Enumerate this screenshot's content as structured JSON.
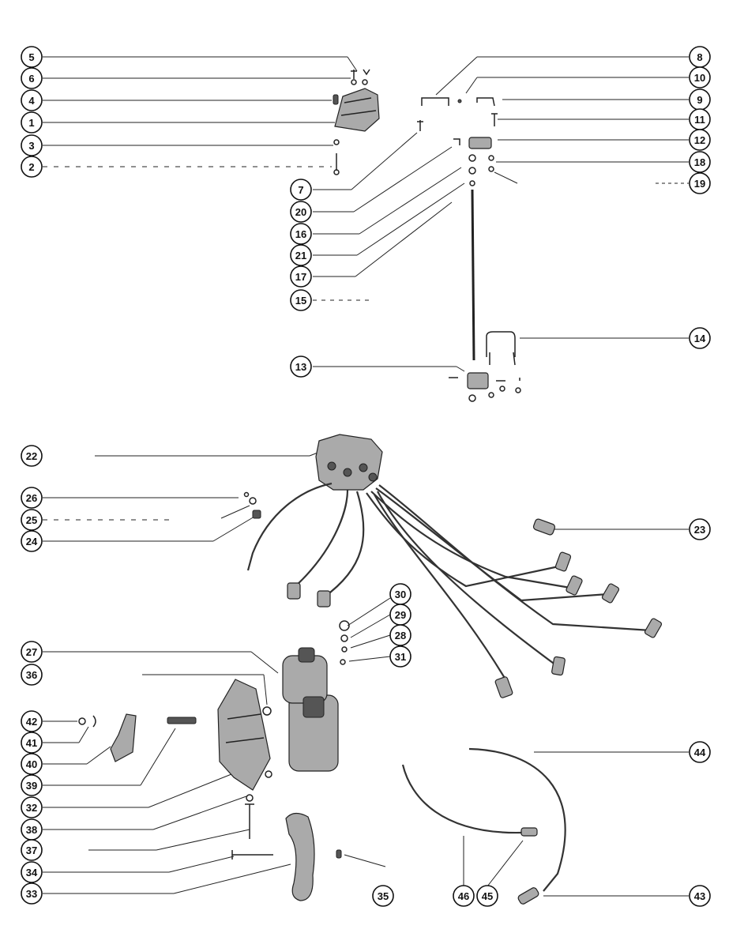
{
  "diagram": {
    "callouts": {
      "c5": "5",
      "c6": "6",
      "c4": "4",
      "c1": "1",
      "c3": "3",
      "c2": "2",
      "c8": "8",
      "c10": "10",
      "c9": "9",
      "c11": "11",
      "c12": "12",
      "c18": "18",
      "c19": "19",
      "c7": "7",
      "c20": "20",
      "c16": "16",
      "c21": "21",
      "c17": "17",
      "c15": "15",
      "c14": "14",
      "c13": "13",
      "c22": "22",
      "c26": "26",
      "c25": "25",
      "c24": "24",
      "c23": "23",
      "c30": "30",
      "c29": "29",
      "c28": "28",
      "c31": "31",
      "c27": "27",
      "c36": "36",
      "c42": "42",
      "c41": "41",
      "c40": "40",
      "c39": "39",
      "c32": "32",
      "c38": "38",
      "c37": "37",
      "c34": "34",
      "c33": "33",
      "c35": "35",
      "c44": "44",
      "c46": "46",
      "c45": "45",
      "c43": "43"
    }
  }
}
